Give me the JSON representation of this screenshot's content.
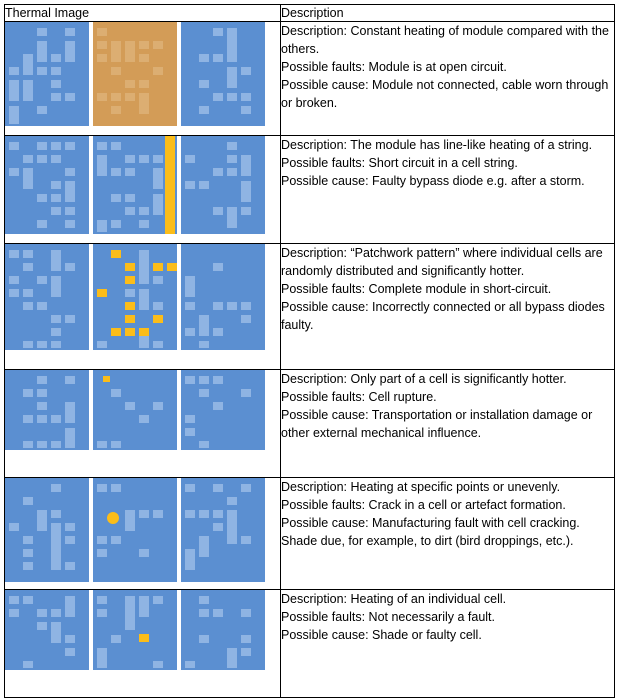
{
  "table": {
    "headers": [
      "Thermal Image",
      "Description"
    ],
    "rows": [
      {
        "lines": [
          "Description: Constant heating of module compared with the others.",
          "Possible faults: Module is at open circuit.",
          "Possible cause: Module not connected, cable worn through or broken."
        ]
      },
      {
        "lines": [
          "Description: The module has line-like heating of a string.",
          "Possible faults: Short circuit in a cell string.",
          "Possible cause: Faulty bypass diode e.g. after a storm."
        ]
      },
      {
        "lines": [
          "Description: “Patchwork pattern” where individual cells are randomly distributed and significantly hotter.",
          "Possible faults: Complete module in short-circuit.",
          "Possible cause: Incorrectly connected or all bypass diodes faulty."
        ]
      },
      {
        "lines": [
          "Description: Only part of a cell is significantly hotter.",
          "Possible faults: Cell rupture.",
          "Possible cause: Transportation or installation damage or other external mechanical influence."
        ]
      },
      {
        "lines": [
          "Description: Heating at specific points or unevenly.",
          "Possible faults: Crack in a cell or artefact formation.",
          "Possible cause: Manufacturing fault with cell cracking.",
          "Shade due, for example, to dirt (bird droppings, etc.)."
        ]
      },
      {
        "lines": [
          "Description: Heating of an individual cell.",
          "Possible faults: Not necessarily a fault.",
          "Possible cause: Shade or faulty cell."
        ]
      }
    ]
  },
  "colors": {
    "panel_base": "#5b8fd1",
    "panel_light": "#8fb4e3",
    "hotspot": "#fbbd1a",
    "warm_module": "#d39c57",
    "warm_module_light": "#dcae72",
    "border": "#000000"
  }
}
